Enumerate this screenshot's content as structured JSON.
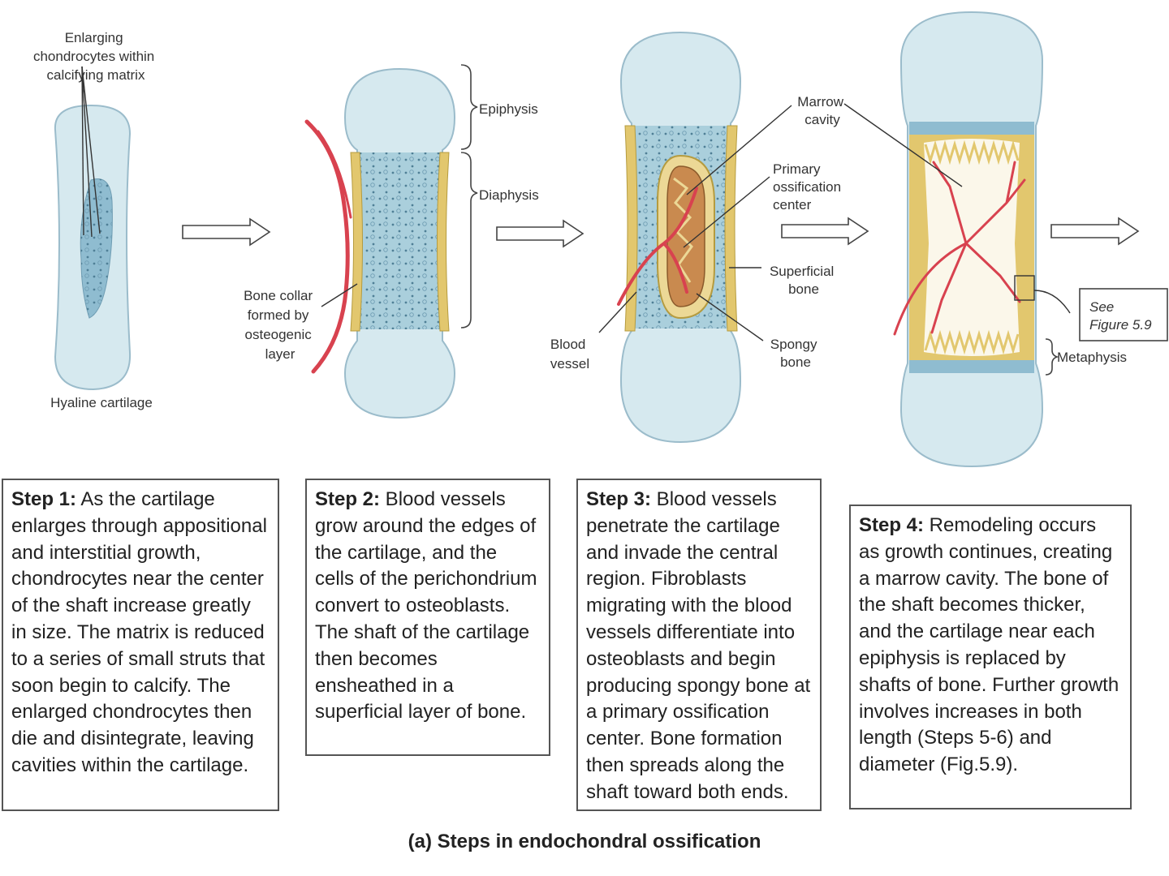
{
  "labels": {
    "enlarging_chondrocytes": [
      "Enlarging",
      "chondrocytes within",
      "calcifying matrix"
    ],
    "hyaline_cartilage": "Hyaline cartilage",
    "bone_collar": [
      "Bone collar",
      "formed by",
      "osteogenic",
      "layer"
    ],
    "epiphysis": "Epiphysis",
    "diaphysis": "Diaphysis",
    "blood_vessel": [
      "Blood",
      "vessel"
    ],
    "marrow_cavity": [
      "Marrow",
      "cavity"
    ],
    "primary_ossification_center": [
      "Primary",
      "ossification",
      "center"
    ],
    "superficial_bone": [
      "Superficial",
      "bone"
    ],
    "spongy_bone": [
      "Spongy",
      "bone"
    ],
    "see_figure": [
      "See",
      "Figure 5.9"
    ],
    "metaphysis": "Metaphysis"
  },
  "steps": [
    {
      "title": "Step 1:",
      "text": " As the cartilage enlarges through appositional and interstitial growth, chondrocytes near the center of the shaft increase greatly in size. The matrix is reduced to a series of small struts that soon begin to calcify. The enlarged chondrocytes then die and disintegrate, leaving cavities within the cartilage."
    },
    {
      "title": "Step 2:",
      "text": " Blood vessels grow around the edges of the cartilage, and the cells of the perichondrium convert to osteoblasts. The shaft of the cartilage then becomes ensheathed in a superficial layer of bone."
    },
    {
      "title": "Step 3:",
      "text": " Blood vessels penetrate the cartilage and invade the central region. Fibroblasts migrating with the blood vessels differentiate into osteoblasts and begin producing spongy bone at a primary ossification center.  Bone formation then spreads  along the shaft toward both ends."
    },
    {
      "title": "Step 4:",
      "text": " Remodeling occurs as growth continues, creating a marrow cavity. The bone of the shaft becomes thicker, and the cartilage near each epiphysis is replaced by shafts of bone. Further growth involves increases in both length (Steps 5-6) and diameter (Fig.5.9)."
    }
  ],
  "caption": "(a) Steps in endochondral ossification",
  "colors": {
    "cartilage": "#d6e9ef",
    "cartilage_edge": "#9bbccb",
    "calcified_matrix": "#8fbcd0",
    "bone_collar": "#e2c76e",
    "blood_vessel": "#d8424f",
    "marrow": "#c98a4f"
  }
}
